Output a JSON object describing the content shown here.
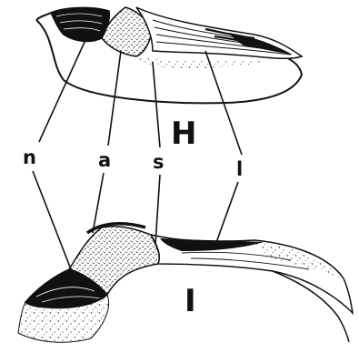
{
  "figure": {
    "section_labels": {
      "upper": "H",
      "lower": "I"
    },
    "part_labels": {
      "n": "n",
      "a": "a",
      "s": "s",
      "l": "l"
    }
  }
}
